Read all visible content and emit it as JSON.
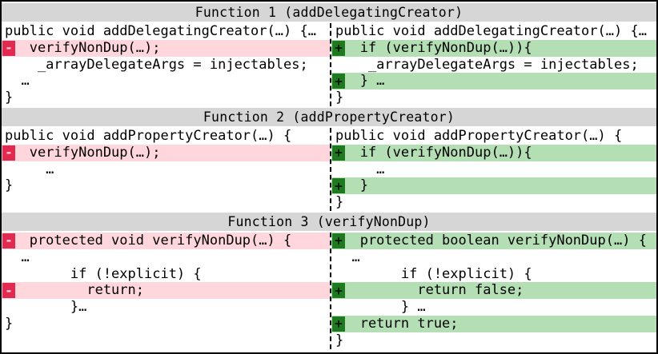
{
  "figure": {
    "colors": {
      "background": "#ffffff",
      "border": "#000000",
      "text": "#000000",
      "header_bg": "#d6d6d6",
      "removed_row_bg": "#ffd6dc",
      "removed_marker_bg": "#e22a50",
      "removed_marker_glyph": "#ffc9d2",
      "added_row_bg": "#b4dfb4",
      "added_marker_bg": "#1f7a1f",
      "added_marker_glyph": "#001a00"
    },
    "markers": {
      "removed": "-",
      "added": "+"
    },
    "sections": [
      {
        "header": "Function 1 (addDelegatingCreator)",
        "left": [
          {
            "type": "context",
            "text": "public void addDelegatingCreator(…) {…"
          },
          {
            "type": "removed",
            "text": "   verifyNonDup(…);"
          },
          {
            "type": "context",
            "text": "    _arrayDelegateArgs = injectables;"
          },
          {
            "type": "context",
            "text": "  …"
          },
          {
            "type": "context",
            "text": "}"
          }
        ],
        "right": [
          {
            "type": "context",
            "text": "public void addDelegatingCreator(…) {…"
          },
          {
            "type": "added",
            "text": "   if (verifyNonDup(…)){"
          },
          {
            "type": "context",
            "text": "    _arrayDelegateArgs = injectables;"
          },
          {
            "type": "added",
            "text": "   } …"
          },
          {
            "type": "context",
            "text": "}"
          }
        ]
      },
      {
        "header": "Function 2 (addPropertyCreator)",
        "left": [
          {
            "type": "context",
            "text": "public void addPropertyCreator(…) {"
          },
          {
            "type": "removed",
            "text": "   verifyNonDup(…);"
          },
          {
            "type": "context",
            "text": "     …"
          },
          {
            "type": "context",
            "text": "}"
          },
          {
            "type": "context",
            "text": ""
          }
        ],
        "right": [
          {
            "type": "context",
            "text": "public void addPropertyCreator(…) {"
          },
          {
            "type": "added",
            "text": "   if (verifyNonDup(…)){"
          },
          {
            "type": "context",
            "text": "     …"
          },
          {
            "type": "added",
            "text": "   }"
          },
          {
            "type": "context",
            "text": "}"
          }
        ]
      },
      {
        "header": "Function 3 (verifyNonDup)",
        "left": [
          {
            "type": "removed",
            "text": "   protected void verifyNonDup(…) {"
          },
          {
            "type": "context",
            "text": "  …"
          },
          {
            "type": "context",
            "text": "        if (!explicit) {"
          },
          {
            "type": "removed",
            "text": "          return;"
          },
          {
            "type": "context",
            "text": "        }…"
          },
          {
            "type": "context",
            "text": "}"
          },
          {
            "type": "context",
            "text": ""
          }
        ],
        "right": [
          {
            "type": "added",
            "text": "   protected boolean verifyNonDup(…) {"
          },
          {
            "type": "context",
            "text": "  …"
          },
          {
            "type": "context",
            "text": "        if (!explicit) {"
          },
          {
            "type": "added",
            "text": "          return false;"
          },
          {
            "type": "context",
            "text": "        } …"
          },
          {
            "type": "added",
            "text": "   return true;"
          },
          {
            "type": "context",
            "text": "}"
          }
        ]
      }
    ]
  }
}
